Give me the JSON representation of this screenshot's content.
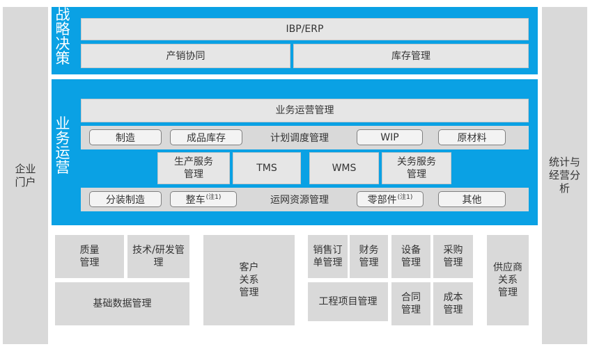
{
  "left_sidebar": {
    "label": "企业\n门户"
  },
  "right_sidebar": {
    "label": "统计与\n经营分\n析"
  },
  "strategy": {
    "title": "战\n略\n决\n策",
    "top": "IBP/ERP",
    "left": "产销协同",
    "right": "库存管理"
  },
  "operations": {
    "title": "业\n务\n运\n营",
    "header": "业务运营管理",
    "planning_row": {
      "label": "计划调度管理",
      "items": [
        "制造",
        "成品库存",
        "WIP",
        "原材料"
      ]
    },
    "services": [
      "生产服务\n管理",
      "TMS",
      "WMS",
      "关务服务\n管理"
    ],
    "network_row": {
      "label": "运网资源管理",
      "items": [
        "分装制造",
        "整车",
        "零部件",
        "其他"
      ],
      "note": "(注1)"
    }
  },
  "bottom": {
    "quality": "质量\n管理",
    "rnd": "技术/研发管\n理",
    "master_data": "基础数据管理",
    "crm": "客户\n关系\n管理",
    "sales_order": "销售订\n单管理",
    "finance": "财务\n管理",
    "equipment": "设备\n管理",
    "procurement": "采购\n管理",
    "project": "工程项目管理",
    "contract": "合同\n管理",
    "cost": "成本\n管理",
    "supplier": "供应商\n关系\n管理"
  }
}
